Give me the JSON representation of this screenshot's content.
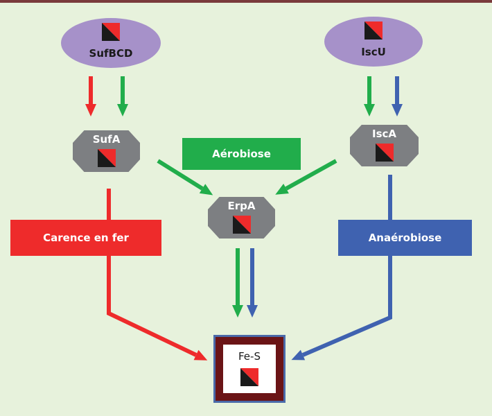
{
  "colors": {
    "background": "#e7f2dc",
    "top_bar": "#7a3b3c",
    "red": "#ee2b2b",
    "green": "#21ad4b",
    "blue": "#3f62b0",
    "purple": "#a691c9",
    "gray": "#7d7f82",
    "dark_red": "#6b1416"
  },
  "nodes": {
    "sufbcd": {
      "label": "SufBCD",
      "icon": "fe-s-cluster-icon"
    },
    "iscu": {
      "label": "IscU",
      "icon": "fe-s-cluster-icon"
    },
    "sufa": {
      "label": "SufA",
      "icon": "fe-s-cluster-icon"
    },
    "isca": {
      "label": "IscA",
      "icon": "fe-s-cluster-icon"
    },
    "erpa": {
      "label": "ErpA",
      "icon": "fe-s-cluster-icon"
    },
    "fes": {
      "label": "Fe-S",
      "icon": "fe-s-cluster-icon"
    }
  },
  "conditions": {
    "aerobiose": "Aérobiose",
    "carence": "Carence en fer",
    "anaerobiose": "Anaérobiose"
  }
}
